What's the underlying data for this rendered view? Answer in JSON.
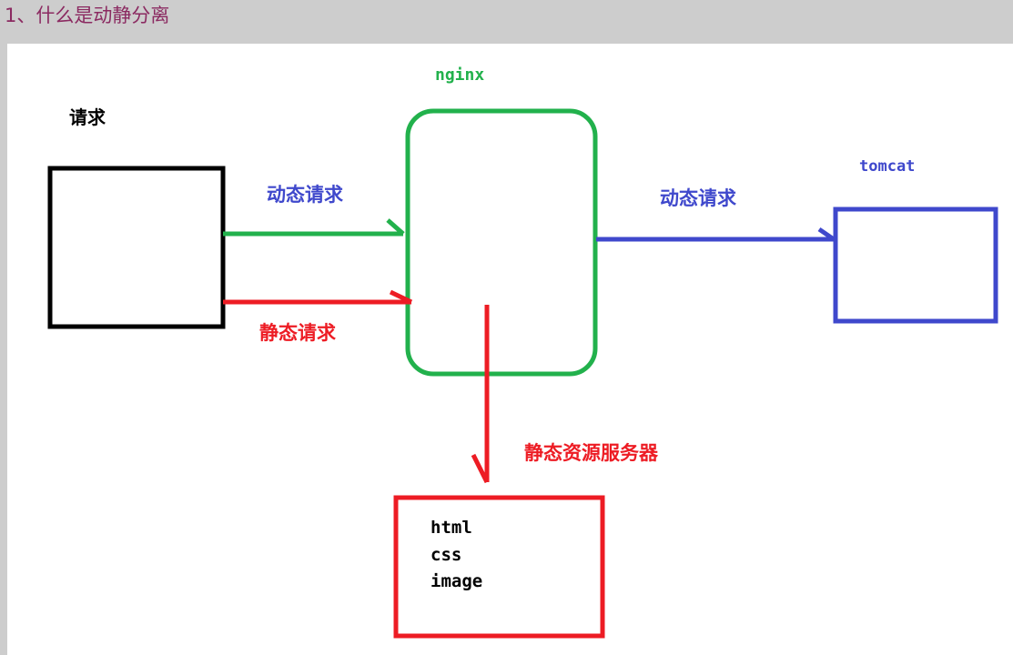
{
  "page": {
    "heading": "1、什么是动静分离"
  },
  "diagram": {
    "client": {
      "label": "请求"
    },
    "nginx": {
      "label": "nginx"
    },
    "tomcat": {
      "label": "tomcat"
    },
    "static_server": {
      "label": "静态资源服务器",
      "items": [
        "html",
        "css",
        "image"
      ]
    },
    "edges": {
      "client_to_nginx_dynamic": "动态请求",
      "client_to_nginx_static": "静态请求",
      "nginx_to_tomcat": "动态请求"
    },
    "colors": {
      "black": "#000000",
      "green": "#22b14c",
      "red": "#ed1c24",
      "blue": "#3f48cc",
      "heading": "#8b2a61"
    }
  }
}
